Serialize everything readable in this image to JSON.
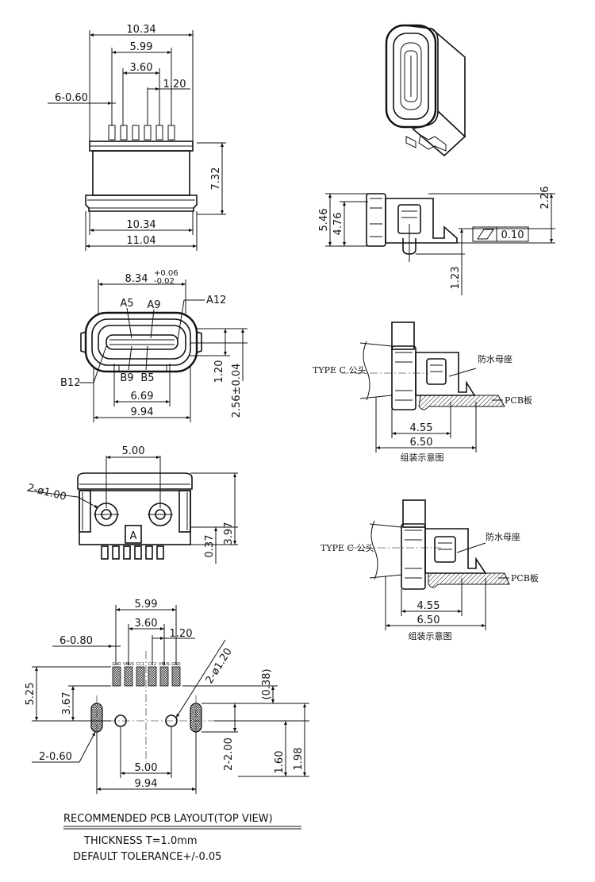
{
  "front_view": {
    "top_width": "10.34",
    "pin_span": "5.99",
    "mid_span": "3.60",
    "pin_pitch": "1.20",
    "pin_width": "6-0.60",
    "height": "7.32",
    "body_width": "10.34",
    "flange_width": "11.04"
  },
  "side_view": {
    "h1": "5.46",
    "h2": "4.76",
    "h3": "2.26",
    "h4": "1.23",
    "flatness": "0.10"
  },
  "port_view": {
    "width": "8.34",
    "tol_upper": "+0.06",
    "tol_lower": "-0.02",
    "labels": [
      "A5",
      "A9",
      "A12",
      "B12",
      "B9",
      "B5"
    ],
    "inner": "6.69",
    "outer": "9.94",
    "d1": "1.20",
    "d2": "2.56±0.04"
  },
  "bottom_view": {
    "hole_spacing": "5.00",
    "hole_dia": "2-ø1.00",
    "marker": "A",
    "d1": "0.37",
    "d2": "3.97"
  },
  "assembly_1": {
    "male": "TYPE C 公头",
    "female": "防水母座",
    "board": "PCB板",
    "d1": "4.55",
    "d2": "6.50",
    "caption": "组装示意图"
  },
  "assembly_2": {
    "male": "TYPE C 公头",
    "female": "防水母座",
    "board": "PCB板",
    "d1": "4.55",
    "d2": "6.50",
    "caption": "组装示意图"
  },
  "pcb_layout": {
    "span": "5.99",
    "mid": "3.60",
    "pitch": "1.20",
    "pad_w": "6-0.80",
    "hole_d": "2-ø1.20",
    "h1": "5.25",
    "h2": "3.67",
    "d038": "(0.38)",
    "slot_w": "2-0.60",
    "slot_l": "2-2.00",
    "hole_spacing": "5.00",
    "width": "9.94",
    "h160": "1.60",
    "h198": "1.98",
    "pin_labels": [
      "GND",
      "VBUS",
      "CC1",
      "CC2",
      "VBUS",
      "GND"
    ]
  },
  "notes": {
    "title": "RECOMMENDED PCB LAYOUT(TOP VIEW)",
    "thickness": "THICKNESS T=1.0mm",
    "tolerance": "DEFAULT TOLERANCE+/-0.05"
  }
}
